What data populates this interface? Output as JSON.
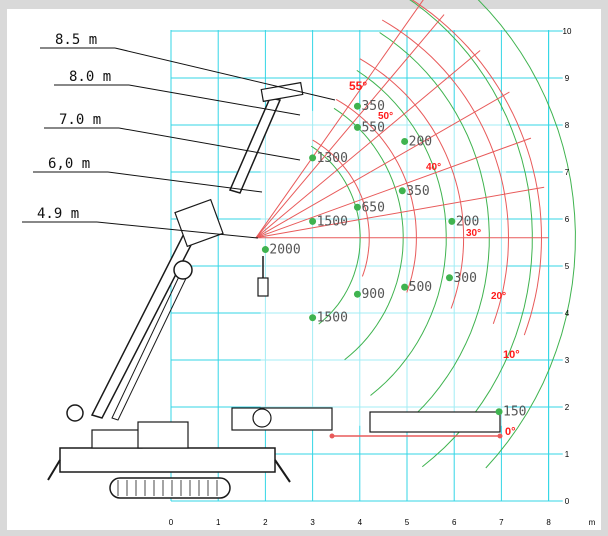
{
  "boom_lengths": [
    "8.5  m",
    "8.0  m",
    "7.0  m",
    "6,0  m",
    "4.9  m"
  ],
  "x_ticks": [
    "0",
    "1",
    "2",
    "3",
    "4",
    "5",
    "6",
    "7",
    "8"
  ],
  "x_unit": "m",
  "y_ticks": [
    "0",
    "1",
    "2",
    "3",
    "4",
    "5",
    "6",
    "7",
    "8",
    "9",
    "10"
  ],
  "angles": [
    "55°",
    "50°",
    "40°",
    "30°",
    "20°",
    "10°",
    "0°"
  ],
  "capacities": [
    {
      "label": "350",
      "x": 3.95,
      "y": 8.4
    },
    {
      "label": "550",
      "x": 3.95,
      "y": 7.95
    },
    {
      "label": "200",
      "x": 4.95,
      "y": 7.65
    },
    {
      "label": "1300",
      "x": 3.0,
      "y": 7.3
    },
    {
      "label": "350",
      "x": 4.9,
      "y": 6.6
    },
    {
      "label": "650",
      "x": 3.95,
      "y": 6.25
    },
    {
      "label": "200",
      "x": 5.95,
      "y": 5.95
    },
    {
      "label": "1500",
      "x": 3.0,
      "y": 5.95
    },
    {
      "label": "2000",
      "x": 2.0,
      "y": 5.35
    },
    {
      "label": "300",
      "x": 5.9,
      "y": 4.75
    },
    {
      "label": "500",
      "x": 4.95,
      "y": 4.55
    },
    {
      "label": "900",
      "x": 3.95,
      "y": 4.4
    },
    {
      "label": "1500",
      "x": 3.0,
      "y": 3.9
    },
    {
      "label": "150",
      "x": 6.95,
      "y": 1.9
    }
  ],
  "colors": {
    "grid": "#33d6e6",
    "arc": "#e85a5a",
    "green": "#3fb34f",
    "angle_red": "#ff1a1a"
  },
  "chart_data": {
    "type": "table",
    "x_range": [
      0,
      8
    ],
    "y_range": [
      0,
      10
    ],
    "boom_lengths_m": [
      4.9,
      6.0,
      7.0,
      8.0,
      8.5
    ],
    "angles_deg": [
      0,
      10,
      20,
      30,
      40,
      50,
      55
    ],
    "capacity_points": [
      {
        "x": 3.95,
        "y": 8.4,
        "value": 350
      },
      {
        "x": 3.95,
        "y": 7.95,
        "value": 550
      },
      {
        "x": 4.95,
        "y": 7.65,
        "value": 200
      },
      {
        "x": 3.0,
        "y": 7.3,
        "value": 1300
      },
      {
        "x": 4.9,
        "y": 6.6,
        "value": 350
      },
      {
        "x": 3.95,
        "y": 6.25,
        "value": 650
      },
      {
        "x": 5.95,
        "y": 5.95,
        "value": 200
      },
      {
        "x": 3.0,
        "y": 5.95,
        "value": 1500
      },
      {
        "x": 2.0,
        "y": 5.35,
        "value": 2000
      },
      {
        "x": 5.9,
        "y": 4.75,
        "value": 300
      },
      {
        "x": 4.95,
        "y": 4.55,
        "value": 500
      },
      {
        "x": 3.95,
        "y": 4.4,
        "value": 900
      },
      {
        "x": 3.0,
        "y": 3.9,
        "value": 1500
      },
      {
        "x": 6.95,
        "y": 1.9,
        "value": 150
      }
    ]
  }
}
